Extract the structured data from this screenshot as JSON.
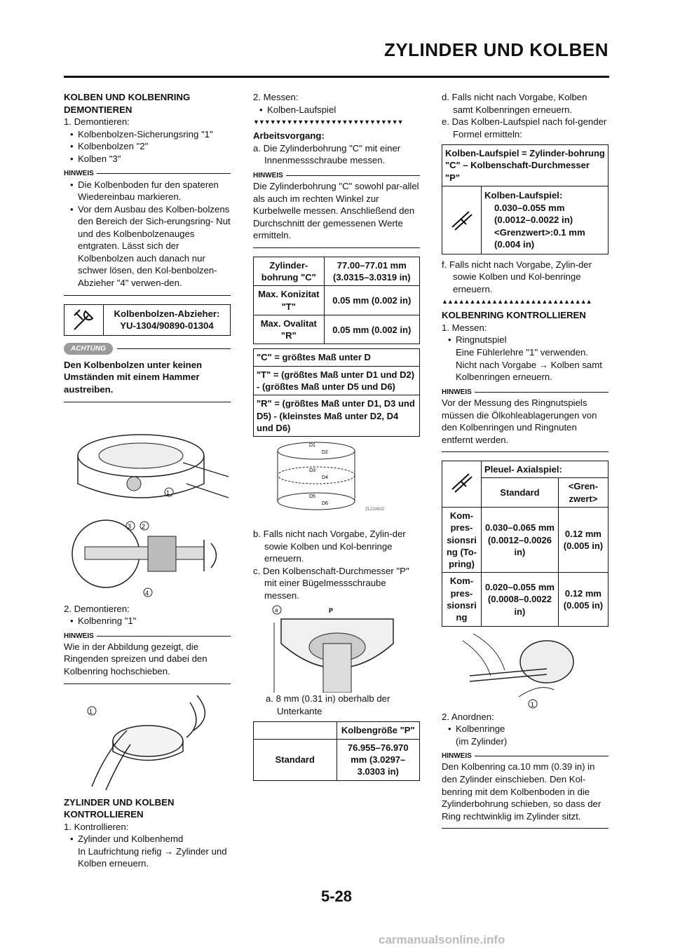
{
  "header": {
    "title": "ZYLINDER UND KOLBEN",
    "page_number": "5-28"
  },
  "col1": {
    "s1_title": "KOLBEN UND KOLBENRING DEMONTIEREN",
    "s1_step1": "1.  Demontieren:",
    "s1_b1": "Kolbenbolzen-Sicherungsring \"1\"",
    "s1_b2": "Kolbenbolzen \"2\"",
    "s1_b3": "Kolben \"3\"",
    "note_label": "HINWEIS",
    "n1_b1": "Die Kolbenboden fur den spateren Wiedereinbau markieren.",
    "n1_b2": "Vor dem Ausbau des Kolben-bolzens den Bereich der Sich-erungsring- Nut und des Kolbenbolzenauges entgraten. Lässt sich der Kolbenbolzen auch danach nur schwer lösen, den Kol-benbolzen- Abzieher \"4\" verwen-den.",
    "tool_name": "Kolbenbolzen-Abzieher:",
    "tool_number": "YU-1304/90890-01304",
    "achtung_label": "ACHTUNG",
    "achtung_text": "Den Kolbenbolzen unter keinen Umständen mit einem Hammer austreiben.",
    "fig1_labels": [
      "1",
      "3",
      "2",
      "4"
    ],
    "s1_step2": "2.  Demontieren:",
    "s1_step2_b1": "Kolbenring \"1\"",
    "n2_text": "Wie in der Abbildung gezeigt, die Ringenden spreizen und dabei den Kolbenring hochschieben.",
    "fig2_label": "1",
    "s2_title": "ZYLINDER UND KOLBEN KONTROLLIEREN",
    "s2_step1": "1.  Kontrollieren:",
    "s2_b1": "Zylinder und Kolbenhemd",
    "s2_b1_text": "In Laufrichtung riefig → Zylinder und Kolben erneuern."
  },
  "col2": {
    "step2": "2.  Messen:",
    "step2_b1": "Kolben-Laufspiel",
    "triangles_down": "▼▼▼▼▼▼▼▼▼▼▼▼▼▼▼▼▼▼▼▼▼▼▼▼▼▼▼",
    "arbeitsvorgang": "Arbeitsvorgang:",
    "a": "a.  Die Zylinderbohrung \"C\" mit einer Innenmessschraube messen.",
    "note_label": "HINWEIS",
    "note_text": "Die Zylinderbohrung \"C\" sowohl par-allel als auch im rechten Winkel zur Kurbelwelle messen. Anschließend den Durchschnitt der gemessenen Werte ermitteln.",
    "t1": {
      "r1_l": "Zylinder-bohrung \"C\"",
      "r1_v": "77.00–77.01 mm (3.0315–3.0319 in)",
      "r2_l": "Max. Konizitat \"T\"",
      "r2_v": "0.05 mm (0.002 in)",
      "r3_l": "Max. Ovalitat \"R\"",
      "r3_v": "0.05 mm (0.002 in)"
    },
    "t2": {
      "r1": "\"C\" = größtes Maß unter D",
      "r2": "\"T\" = (größtes Maß unter D1 und D2) - (größtes Maß unter D5 und D6)",
      "r3": "\"R\" = (größtes Maß unter D1, D3 und D5) - (kleinstes Maß unter D2, D4 und D6)"
    },
    "fig_labels": [
      "D1",
      "D2",
      "D3",
      "D4",
      "D5",
      "D6"
    ],
    "fig_code": "ZL210502",
    "b": "b.  Falls nicht nach Vorgabe, Zylin-der sowie Kolben und Kol-benringe erneuern.",
    "c": "c.  Den Kolbenschaft-Durchmesser \"P\" mit einer Bügelmessschraube messen.",
    "fig2_labels": [
      "a",
      "P"
    ],
    "fig2_caption": "a.  8 mm (0.31 in) oberhalb der Unterkante",
    "t3": {
      "h": "Kolbengröße \"P\"",
      "l": "Standard",
      "v": "76.955–76.970 mm (3.0297–3.0303 in)"
    }
  },
  "col3": {
    "d": "d.  Falls nicht nach Vorgabe, Kolben samt Kolbenringen erneuern.",
    "e": "e.  Das Kolben-Laufspiel nach fol-gender Formel ermitteln:",
    "formula": "Kolben-Laufspiel = Zylinder-bohrung \"C\" – Kolbenschaft-Durchmesser \"P\"",
    "spec_title": "Kolben-Laufspiel:",
    "spec_1": "0.030–0.055 mm",
    "spec_2": "(0.0012–0.0022 in)",
    "spec_3": "<Grenzwert>:0.1 mm",
    "spec_4": "(0.004 in)",
    "f": "f.  Falls nicht nach Vorgabe, Zylin-der sowie Kolben und Kol-benringe erneuern.",
    "triangles_up": "▲▲▲▲▲▲▲▲▲▲▲▲▲▲▲▲▲▲▲▲▲▲▲▲▲▲▲",
    "s3_title": "KOLBENRING KONTROLLIEREN",
    "s3_step1": "1.  Messen:",
    "s3_b1": "Ringnutspiel",
    "s3_b1_text": "Eine Fühlerlehre \"1\" verwenden. Nicht nach Vorgabe → Kolben samt Kolbenringen erneuern.",
    "note_label": "HINWEIS",
    "n1_text": "Vor der Messung des Ringnutspiels müssen die Ölkohleablagerungen von den Kolbenringen und Ringnuten entfernt werden.",
    "t4": {
      "title": "Pleuel- Axialspiel:",
      "h_std": "Standard",
      "h_lim": "<Gren-zwert>",
      "r1_l": "Kom-pres-sionsri ng (To-pring)",
      "r1_s": "0.030–0.065 mm (0.0012–0.0026 in)",
      "r1_v": "0.12 mm (0.005 in)",
      "r2_l": "Kom-pres-sionsri ng",
      "r2_s": "0.020–0.055 mm (0.0008–0.0022 in)",
      "r2_v": "0.12 mm (0.005 in)"
    },
    "fig_label": "1",
    "s3_step2": "2.  Anordnen:",
    "s3_step2_b1": "Kolbenringe",
    "s3_step2_b1_text": "(im Zylinder)",
    "n2_text": "Den Kolbenring ca.10 mm (0.39 in) in den Zylinder einschieben. Den Kol-benring mit dem Kolbenboden in die Zylinderbohrung schieben, so dass der Ring rechtwinklig im Zylinder sitzt."
  },
  "watermark": "carmanualsonline.info"
}
